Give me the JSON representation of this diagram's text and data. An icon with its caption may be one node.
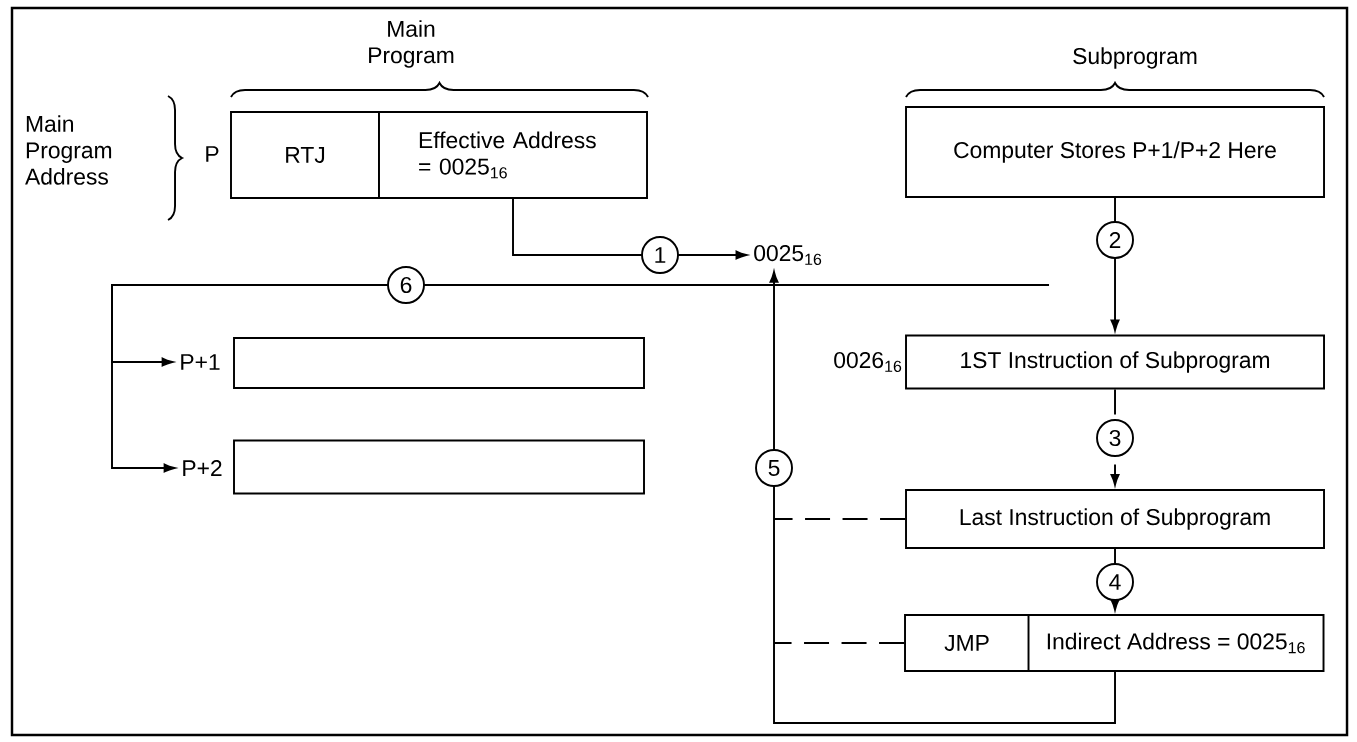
{
  "diagram": {
    "nodes": [
      {
        "text": [
          "RTJ"
        ],
        "beside": [
          "P"
        ]
      },
      {
        "text": [
          "Effective Address = 0025$_{16}$"
        ]
      },
      {
        "text": [
          "Computer Stores P+1/P+2 Here"
        ]
      },
      {
        "text": [
          "0025$_{16}$"
        ]
      },
      {
        "text": [
          "P+1"
        ]
      },
      {
        "text": [],
        "shape": "box"
      },
      {
        "text": [
          "P+2"
        ]
      },
      {
        "text": [],
        "shape": "box"
      },
      {
        "text": [
          "1ST Instruction of Subprogram"
        ],
        "beside": [
          "0026$_{16}$"
        ]
      },
      {
        "text": [
          "Last Instruction of Subprogram"
        ]
      },
      {
        "text": [
          "JMP"
        ]
      },
      {
        "text": [
          "Indirect Address = 0025$_{16}$"
        ]
      }
    ],
    "edges": [
      {
        "from": 1,
        "to": 3,
        "arrow": "to",
        "label": "1"
      },
      {
        "from": 2,
        "to": 8,
        "arrow": "to",
        "label": "2"
      },
      {
        "from": 8,
        "to": 9,
        "arrow": "to",
        "label": "3",
        "style": "dashed"
      },
      {
        "from": 9,
        "to": 11,
        "arrow": "to",
        "label": "4"
      },
      {
        "from": 11,
        "to": 3,
        "arrow": "to",
        "label": "5"
      },
      {
        "from": null,
        "to": 4,
        "arrow": "to",
        "label": "6"
      },
      {
        "from": null,
        "to": 6,
        "arrow": "to"
      },
      {
        "from": 9,
        "to": null,
        "arrow": "none",
        "style": "dashed"
      },
      {
        "from": 10,
        "to": null,
        "arrow": "none",
        "style": "dashed"
      }
    ],
    "labels": [
      "Main Program",
      "Subprogram",
      "Main Program Address"
    ]
  }
}
